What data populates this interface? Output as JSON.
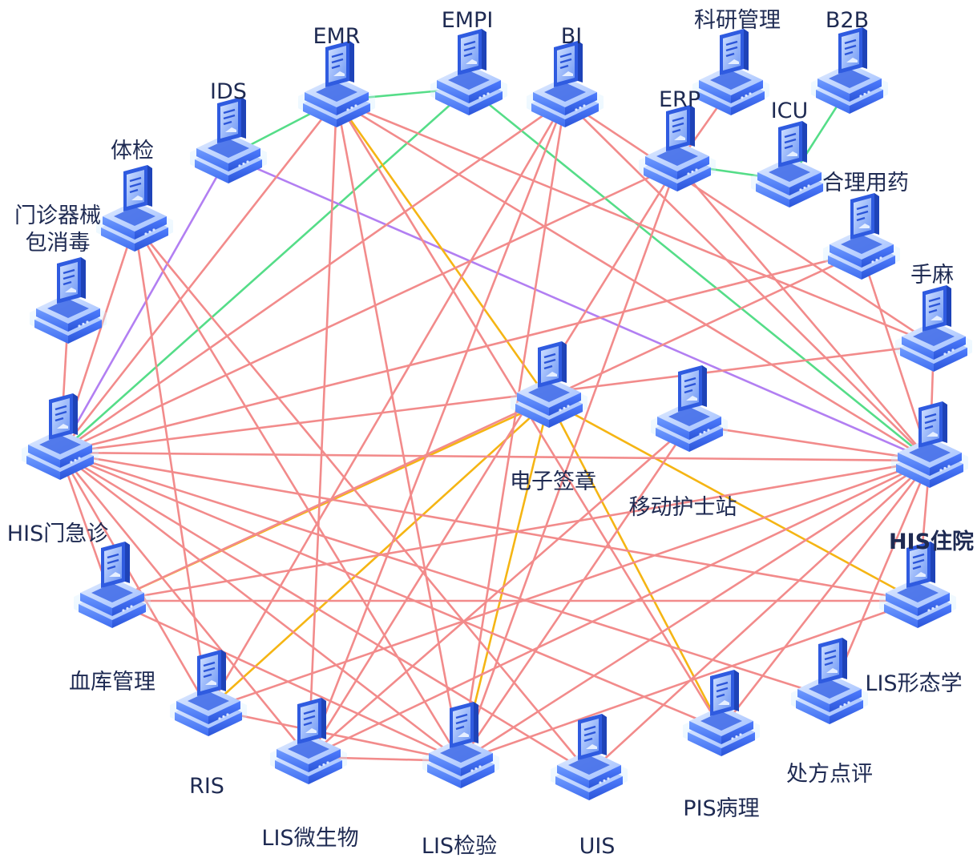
{
  "diagram": {
    "nodes": [
      {
        "id": "emr",
        "label": [
          "EMR"
        ]
      },
      {
        "id": "empi",
        "label": [
          "EMPI"
        ]
      },
      {
        "id": "bi",
        "label": [
          "BI"
        ]
      },
      {
        "id": "research",
        "label": [
          "科研管理"
        ]
      },
      {
        "id": "b2b",
        "label": [
          "B2B"
        ]
      },
      {
        "id": "ids",
        "label": [
          "IDS"
        ]
      },
      {
        "id": "erp",
        "label": [
          "ERP"
        ]
      },
      {
        "id": "icu",
        "label": [
          "ICU"
        ]
      },
      {
        "id": "tijian",
        "label": [
          "体检"
        ]
      },
      {
        "id": "drug",
        "label": [
          "合理用药"
        ]
      },
      {
        "id": "disinfect",
        "label": [
          "门诊器械",
          "包消毒"
        ]
      },
      {
        "id": "anes",
        "label": [
          "手麻"
        ]
      },
      {
        "id": "his_out",
        "label": [
          "HIS门急诊"
        ]
      },
      {
        "id": "esign",
        "label": [
          "电子签章"
        ]
      },
      {
        "id": "nurse",
        "label": [
          "移动护士站"
        ]
      },
      {
        "id": "his_in",
        "label": [
          "HIS住院"
        ],
        "bold": true
      },
      {
        "id": "blood",
        "label": [
          "血库管理"
        ]
      },
      {
        "id": "lis_morph",
        "label": [
          "LIS形态学"
        ]
      },
      {
        "id": "ris",
        "label": [
          "RIS"
        ]
      },
      {
        "id": "lis_micro",
        "label": [
          "LIS微生物"
        ]
      },
      {
        "id": "lis",
        "label": [
          "LIS检验"
        ]
      },
      {
        "id": "uis",
        "label": [
          "UIS"
        ]
      },
      {
        "id": "pis",
        "label": [
          "PIS病理"
        ]
      },
      {
        "id": "rx",
        "label": [
          "处方点评"
        ]
      }
    ],
    "link_colors": {
      "red": "#f28b8b",
      "green": "#55dd88",
      "purple": "#b27ff2",
      "orange": "#f5b514"
    },
    "icon": "computer-server-icon"
  }
}
